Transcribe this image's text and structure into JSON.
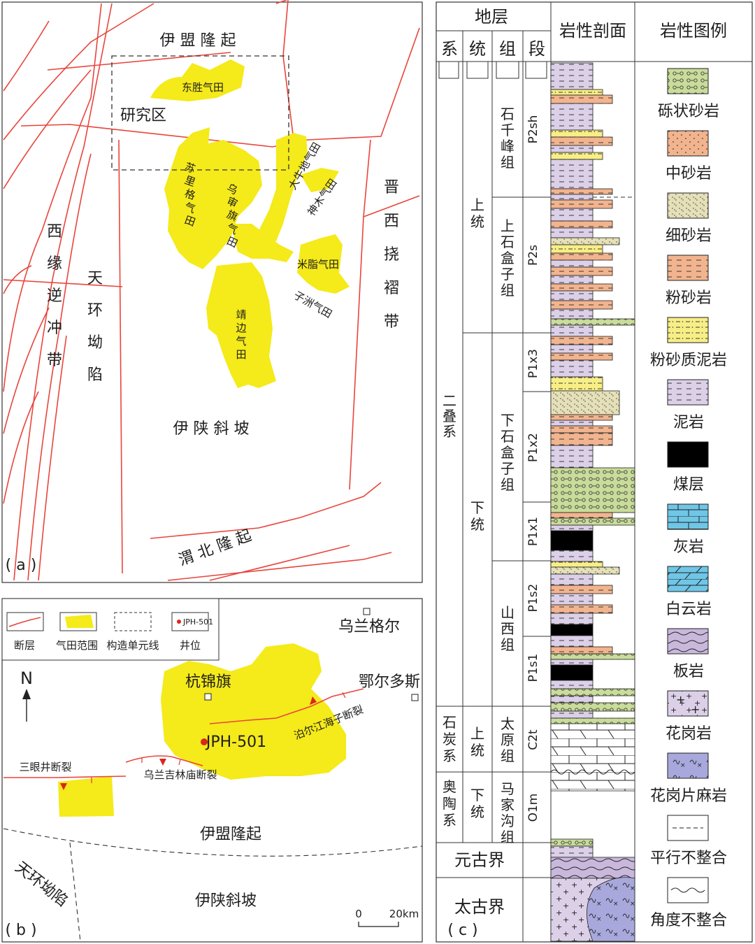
{
  "panel_a": {
    "panel_label": "( a )",
    "regions": {
      "yimeng": "伊 盟 隆 起",
      "xiyuan": "西缘逆冲带",
      "tianhuan": "天环坳陷",
      "jinxi": "晋西挠褶带",
      "yishan": "伊 陕 斜 坡",
      "weibei": "渭 北 隆 起"
    },
    "study_area": "研究区",
    "fields": {
      "dongsheng": "东胜气田",
      "sulige": "苏里格气田",
      "wushenqi": "乌审旗气田",
      "daniudi": "大牛地气田",
      "shenmu": "神木气田",
      "mizhi": "米脂气田",
      "zizhou": "子洲气田",
      "jingbian": "靖边气田"
    }
  },
  "panel_b": {
    "panel_label": "( b )",
    "legend": {
      "fault": "断层",
      "gasfield": "气田范围",
      "unit_line": "构造单元线",
      "well": "井位",
      "well_sample": "JPH-501"
    },
    "north": "N",
    "cities": {
      "wulangeer": "乌兰格尔",
      "hangjinqi": "杭锦旗",
      "ordos": "鄂尔多斯"
    },
    "well": "JPH-501",
    "faults": {
      "sanyanjing": "三眼井断裂",
      "wulanjilinmiao": "乌兰吉林庙断裂",
      "boerjiang": "泊尔江海子断裂"
    },
    "regions": {
      "yimeng": "伊盟隆起",
      "tianhuan": "天环坳陷",
      "yishan": "伊陕斜坡"
    },
    "scale": {
      "zero": "0",
      "value": "20km"
    }
  },
  "panel_c": {
    "panel_label": "( c )",
    "headers": {
      "strata": "地层",
      "system": "系",
      "series": "统",
      "formation": "组",
      "member": "段",
      "column": "岩性剖面",
      "legend": "岩性图例"
    },
    "systems": {
      "permian": "二叠系",
      "carboniferous": "石炭系",
      "ordovician": "奥陶系",
      "proterozoic": "元古界",
      "archean": "太古界"
    },
    "series": {
      "upper_p": "上统",
      "lower_p": "下统",
      "upper_c": "上统",
      "lower_o": "下统"
    },
    "formations": {
      "shiqianfeng": "石千峰组",
      "upper_shihezi": "上石盒子组",
      "lower_shihezi": "下石盒子组",
      "shanxi": "山西组",
      "taiyuan": "太原组",
      "majiagou": "马家沟组"
    },
    "members": {
      "p2sh": "P2sh",
      "p2s": "P2s",
      "p1x3": "P1x3",
      "p1x2": "P1x2",
      "p1x1": "P1x1",
      "p1s2": "P1s2",
      "p1s1": "P1s1",
      "c2t": "C2t",
      "o1m": "O1m"
    },
    "lithology_legend": [
      {
        "key": "conglomeratic",
        "label": "砾状砂岩",
        "color": "#c9dc9a"
      },
      {
        "key": "medium",
        "label": "中砂岩",
        "color": "#f2b48e"
      },
      {
        "key": "fine",
        "label": "细砂岩",
        "color": "#e5e0b8"
      },
      {
        "key": "silt",
        "label": "粉砂岩",
        "color": "#f2b48e"
      },
      {
        "key": "silty_mud",
        "label": "粉砂质泥岩",
        "color": "#f7ee86"
      },
      {
        "key": "mud",
        "label": "泥岩",
        "color": "#dcd0e8"
      },
      {
        "key": "coal",
        "label": "煤层",
        "color": "#000000"
      },
      {
        "key": "limestone",
        "label": "灰岩",
        "color": "#6fc6e6"
      },
      {
        "key": "dolomite",
        "label": "白云岩",
        "color": "#6fc6e6"
      },
      {
        "key": "slate",
        "label": "板岩",
        "color": "#c9b8dc"
      },
      {
        "key": "granite",
        "label": "花岗岩",
        "color": "#dcd0e8"
      },
      {
        "key": "gneiss",
        "label": "花岗片麻岩",
        "color": "#a8a8dc"
      },
      {
        "key": "parallel",
        "label": "平行不整合",
        "color": "#ffffff"
      },
      {
        "key": "angular",
        "label": "角度不整合",
        "color": "#ffffff"
      }
    ]
  }
}
